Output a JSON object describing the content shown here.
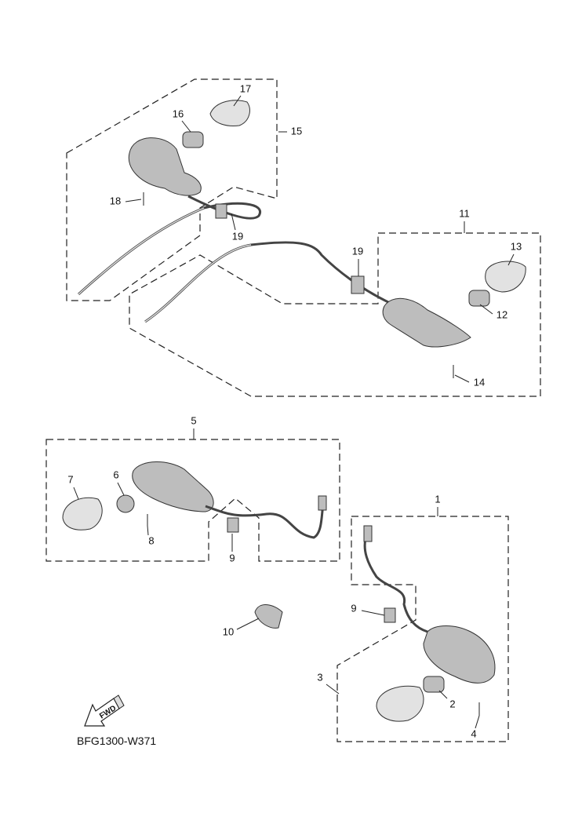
{
  "diagram": {
    "callouts": {
      "c1": "1",
      "c2": "2",
      "c3": "3",
      "c4": "4",
      "c5": "5",
      "c6": "6",
      "c7": "7",
      "c8": "8",
      "c9a": "9",
      "c9b": "9",
      "c10": "10",
      "c11": "11",
      "c12": "12",
      "c13": "13",
      "c14": "14",
      "c15": "15",
      "c16": "16",
      "c17": "17",
      "c18": "18",
      "c19a": "19",
      "c19b": "19"
    },
    "fwd_label": "FWD",
    "drawing_code": "BFG1300-W371"
  }
}
